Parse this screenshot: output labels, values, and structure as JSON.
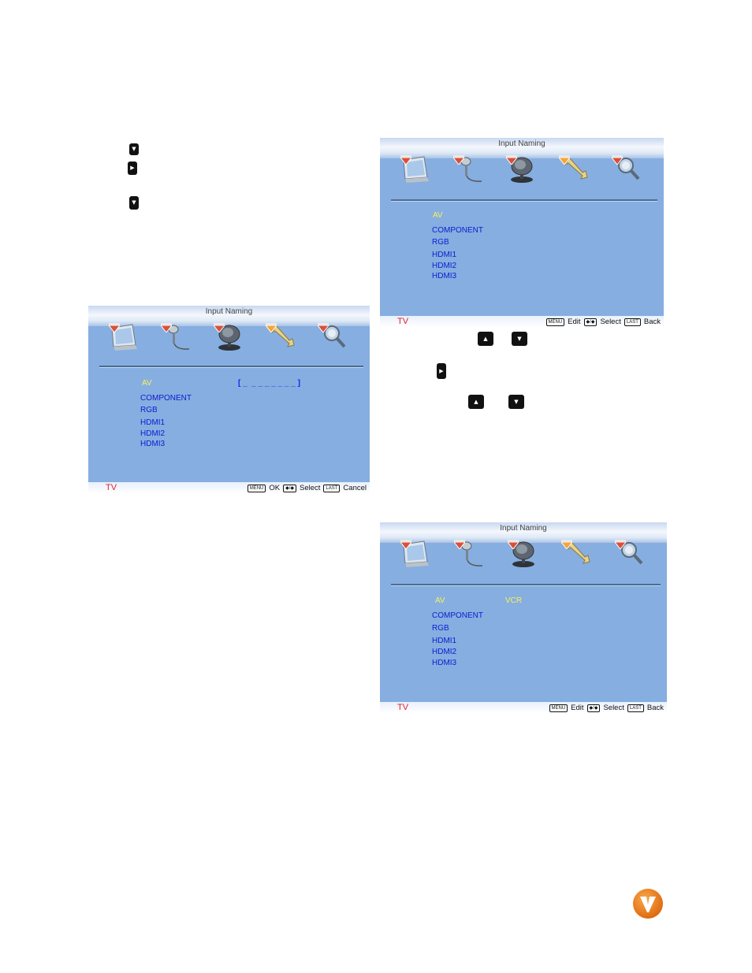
{
  "left_keys": [
    {
      "icon": "down-arrow-key",
      "glyph": "▼"
    },
    {
      "icon": "right-arrow-key",
      "glyph": "▶"
    },
    {
      "icon": "down-arrow-key",
      "glyph": "▼"
    }
  ],
  "right_keys": [
    {
      "icon": "up-arrow-key",
      "glyph": "▲"
    },
    {
      "icon": "down-arrow-key",
      "glyph": "▼"
    },
    {
      "icon": "right-arrow-key",
      "glyph": "▶"
    },
    {
      "icon": "up-arrow-key",
      "glyph": "▲"
    },
    {
      "icon": "down-arrow-key",
      "glyph": "▼"
    }
  ],
  "screens": {
    "top_right": {
      "title": "Input Naming",
      "items": [
        "AV",
        "COMPONENT",
        "RGB",
        "HDMI1",
        "HDMI2",
        "HDMI3"
      ],
      "selected_index": 0,
      "source": "TV",
      "hints": {
        "key1": "MENU",
        "label1": "Edit",
        "label2": "Select",
        "key3": "LAST",
        "label3": "Back"
      }
    },
    "left": {
      "title": "Input Naming",
      "items": [
        "AV",
        "COMPONENT",
        "RGB",
        "HDMI1",
        "HDMI2",
        "HDMI3"
      ],
      "selected_index": 0,
      "name_field": "[ _  _ _ _ _ _ _ _ ]",
      "source": "TV",
      "hints": {
        "key1": "MENU",
        "label1": "OK",
        "label2": "Select",
        "key3": "LAST",
        "label3": "Cancel"
      }
    },
    "bottom_right": {
      "title": "Input Naming",
      "items": [
        "AV",
        "COMPONENT",
        "RGB",
        "HDMI1",
        "HDMI2",
        "HDMI3"
      ],
      "selected_index": 0,
      "name_value": "VCR",
      "source": "TV",
      "hints": {
        "key1": "MENU",
        "label1": "Edit",
        "label2": "Select",
        "key3": "LAST",
        "label3": "Back"
      }
    }
  },
  "menu_icons": [
    "picture-icon",
    "audio-icon",
    "tv-antenna-icon",
    "setup-wrench-icon",
    "help-magnifier-icon"
  ],
  "colors": {
    "osd_bg": "#86aee0",
    "item_text": "#0e1bd0",
    "selected_text": "#f6f25a",
    "source_text": "#e8202a",
    "marker_active": "#f3a53a",
    "marker_inactive": "#d8503a"
  },
  "brand_logo": "vizio-v-logo"
}
